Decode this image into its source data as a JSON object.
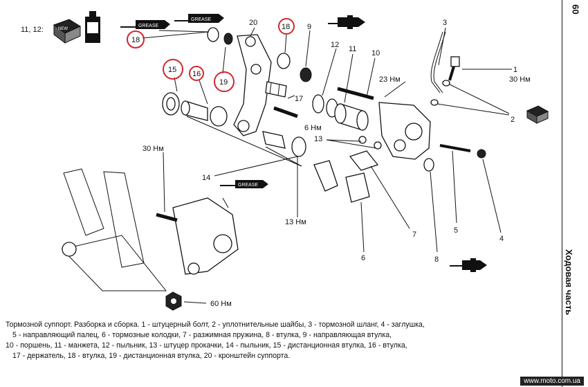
{
  "header": {
    "page_number": "60",
    "section_title": "Ходовая часть",
    "special_tools_ref": "11, 12:"
  },
  "tool_icons": {
    "grease_label": "GREASE",
    "new_label": "NEW"
  },
  "callouts": [
    {
      "id": "c1",
      "text": "1"
    },
    {
      "id": "c2",
      "text": "2"
    },
    {
      "id": "c3",
      "text": "3"
    },
    {
      "id": "c4",
      "text": "4"
    },
    {
      "id": "c5",
      "text": "5"
    },
    {
      "id": "c6",
      "text": "6"
    },
    {
      "id": "c7",
      "text": "7"
    },
    {
      "id": "c8",
      "text": "8"
    },
    {
      "id": "c9",
      "text": "9"
    },
    {
      "id": "c10",
      "text": "10"
    },
    {
      "id": "c11",
      "text": "11"
    },
    {
      "id": "c12",
      "text": "12"
    },
    {
      "id": "c13",
      "text": "13"
    },
    {
      "id": "c14",
      "text": "14"
    },
    {
      "id": "c15",
      "text": "15"
    },
    {
      "id": "c16",
      "text": "16"
    },
    {
      "id": "c17",
      "text": "17"
    },
    {
      "id": "c18a",
      "text": "18"
    },
    {
      "id": "c18b",
      "text": "18"
    },
    {
      "id": "c19",
      "text": "19"
    },
    {
      "id": "c20",
      "text": "20"
    }
  ],
  "torques": {
    "t1": "30 Нм",
    "t2": "23 Нм",
    "t3": "6 Нм",
    "t4": "30 Нм",
    "t5": "13 Нм",
    "t6": "60 Нм"
  },
  "caption": {
    "lines": [
      "Тормозной суппорт. Разборка и сборка. 1 - штуцерный болт, 2 - уплотнительные шайбы, 3 - тормозной шланг, 4 - заглушка,",
      "5 - направляющий палец, 6 - тормозные колодки, 7 - разжимная пружина, 8 - втулка, 9 - направляющая втулка,",
      "10 - поршень, 11 - манжета, 12 - пыльник, 13 - штуцер прокачки, 14 - пыльник, 15 - дистанционная втулка, 16 - втулка,",
      "17 - держатель, 18 - втулка, 19 - дистанционная втулка, 20 - кронштейн суппорта."
    ]
  },
  "watermark": "www.moto.com.ua"
}
